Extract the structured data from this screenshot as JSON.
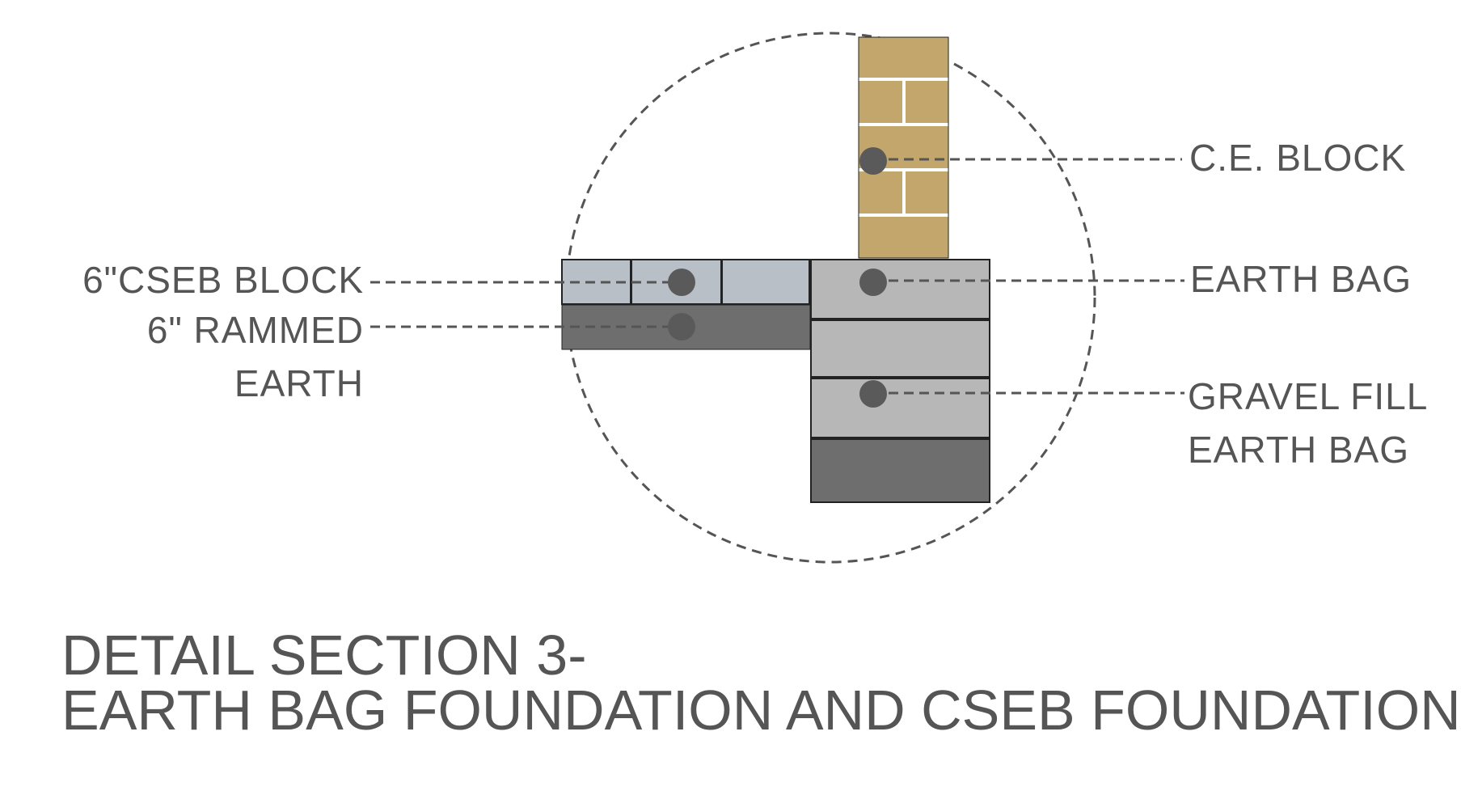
{
  "labels": {
    "ce_block": "C.E. BLOCK",
    "earth_bag": "EARTH BAG",
    "gravel_fill_line1": "GRAVEL FILL",
    "gravel_fill_line2": "EARTH BAG",
    "cseb_block": "6\"CSEB BLOCK",
    "rammed_line1": "6\" RAMMED",
    "rammed_line2": "EARTH"
  },
  "title": {
    "line1": "DETAIL SECTION 3-",
    "line2": "EARTH BAG FOUNDATION AND CSEB FOUNDATION"
  },
  "colors": {
    "text": "#555555",
    "leader": "#555555",
    "marker": "#5a5a5a",
    "ce_block_fill": "#c2a66b",
    "cseb_fill": "#b8bfc6",
    "earth_bag_fill": "#b7b7b7",
    "rammed_earth_fill": "#6e6e6e",
    "outline": "#222222"
  }
}
